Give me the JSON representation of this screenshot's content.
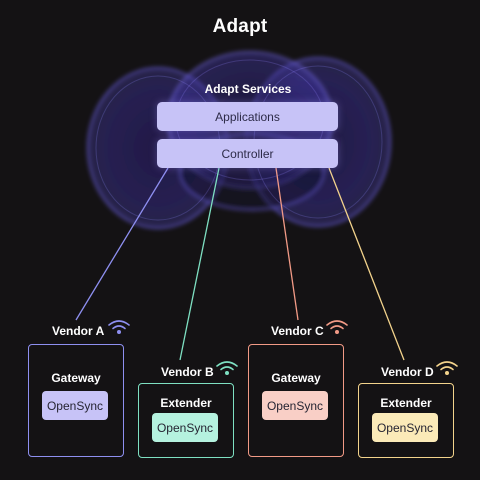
{
  "title": "Adapt",
  "services": {
    "label": "Adapt Services",
    "applications": "Applications",
    "controller": "Controller"
  },
  "colors": {
    "background": "#141214",
    "cloud": "#5a4fd6",
    "bar": "#c7c3f7",
    "vendor_a": "#8e8ff0",
    "vendor_b": "#7ee0c2",
    "vendor_c": "#f29a86",
    "vendor_d": "#f3d38c"
  },
  "vendors": [
    {
      "name": "Vendor A",
      "device": "Gateway",
      "software": "OpenSync",
      "icon": "wifi-icon"
    },
    {
      "name": "Vendor B",
      "device": "Extender",
      "software": "OpenSync",
      "icon": "wifi-icon"
    },
    {
      "name": "Vendor C",
      "device": "Gateway",
      "software": "OpenSync",
      "icon": "wifi-icon"
    },
    {
      "name": "Vendor D",
      "device": "Extender",
      "software": "OpenSync",
      "icon": "wifi-icon"
    }
  ]
}
